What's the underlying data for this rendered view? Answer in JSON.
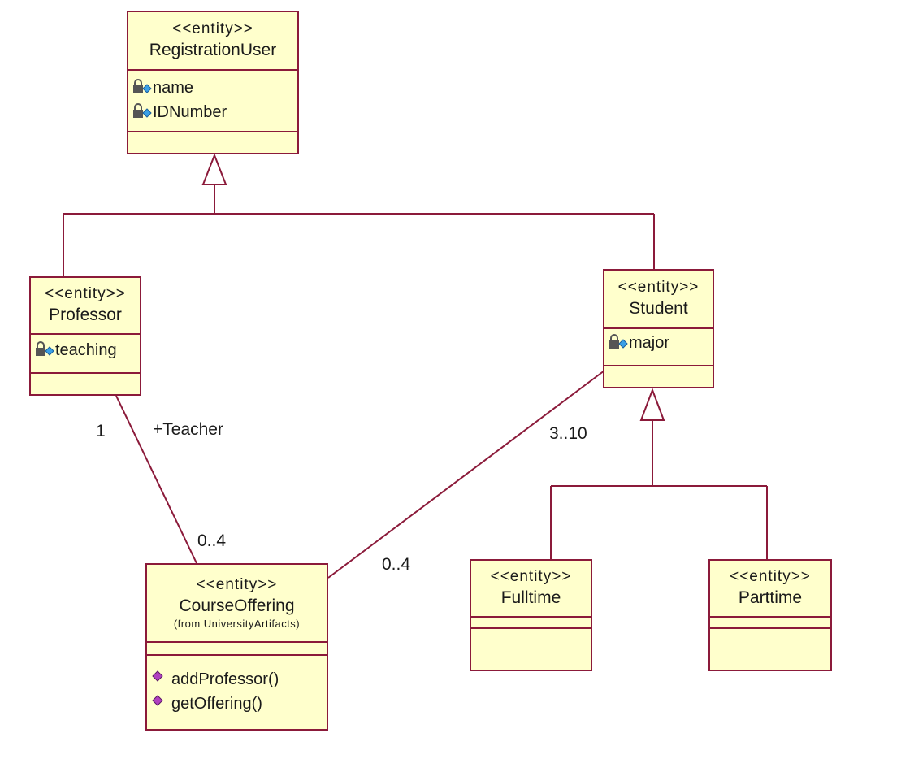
{
  "colors": {
    "border": "#8b1a3a",
    "fill": "#ffffcc",
    "line": "#8b1a3a"
  },
  "icons": {
    "attribute": "lock-attribute-icon",
    "operation": "operation-diamond-icon",
    "generalization": "hollow-triangle-arrow-icon"
  },
  "classes": {
    "registration_user": {
      "stereotype": "<<entity>>",
      "name": "RegistrationUser",
      "attributes": [
        "name",
        "IDNumber"
      ]
    },
    "professor": {
      "stereotype": "<<entity>>",
      "name": "Professor",
      "attributes": [
        "teaching"
      ]
    },
    "student": {
      "stereotype": "<<entity>>",
      "name": "Student",
      "attributes": [
        "major"
      ]
    },
    "course_offering": {
      "stereotype": "<<entity>>",
      "name": "CourseOffering",
      "from": "(from UniversityArtifacts)",
      "operations": [
        "addProfessor()",
        "getOffering()"
      ]
    },
    "fulltime": {
      "stereotype": "<<entity>>",
      "name": "Fulltime"
    },
    "parttime": {
      "stereotype": "<<entity>>",
      "name": "Parttime"
    }
  },
  "associations": {
    "professor_course": {
      "multiplicity_professor": "1",
      "role": "+Teacher",
      "multiplicity_course": "0..4"
    },
    "student_course": {
      "multiplicity_student": "3..10",
      "multiplicity_course": "0..4"
    }
  }
}
